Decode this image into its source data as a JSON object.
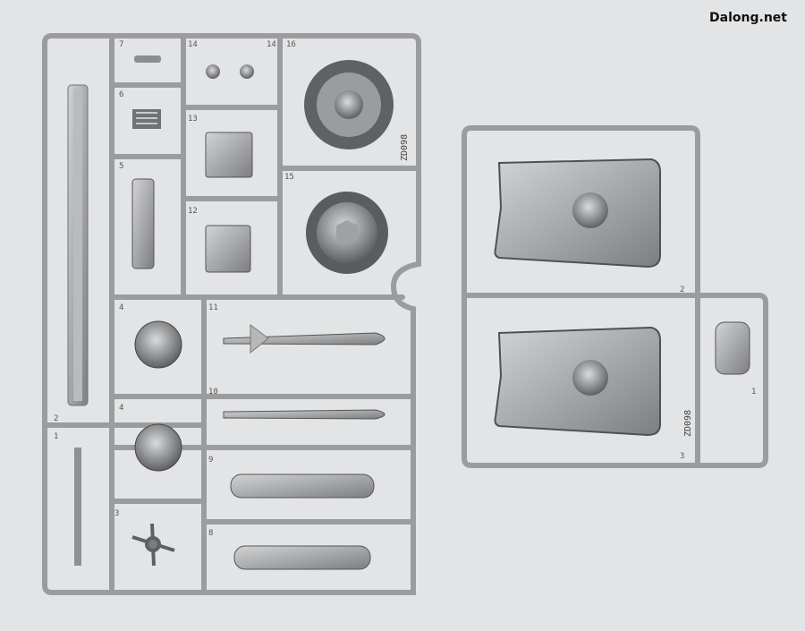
{
  "watermark": "Dalong.net",
  "sprue_left": {
    "code": "ZD098",
    "part_numbers": [
      "7",
      "14",
      "14",
      "16",
      "6",
      "13",
      "5",
      "15",
      "12",
      "4",
      "11",
      "4",
      "10",
      "2",
      "1",
      "9",
      "3",
      "8"
    ]
  },
  "sprue_right": {
    "code": "ZD098",
    "part_numbers": [
      "2",
      "1",
      "3"
    ]
  },
  "colors": {
    "background": "#e3e4e6",
    "plastic": "#a9abad",
    "plastic_dark": "#6d6f71"
  }
}
